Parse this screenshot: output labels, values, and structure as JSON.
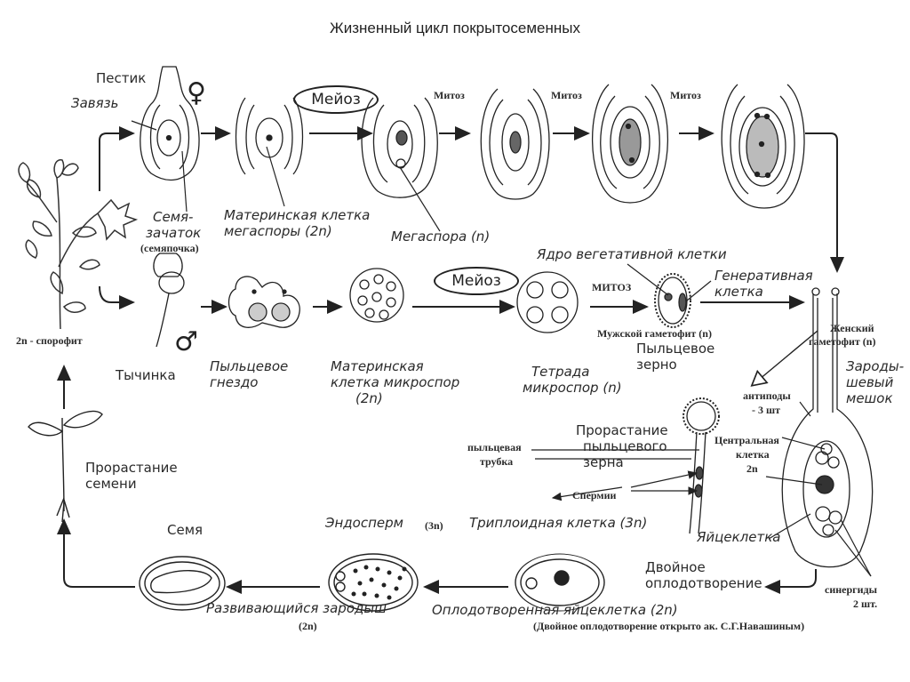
{
  "title": "Жизненный цикл покрытосеменных",
  "symbols": {
    "female": "♀",
    "male": "♂"
  },
  "top_row": {
    "pistil": "Пестик",
    "ovary": "Завязь",
    "meiosis": "Мейоз",
    "mitosis": [
      "Митоз",
      "Митоз",
      "Митоз"
    ],
    "ovule": [
      "Семя-",
      "зачаток"
    ],
    "ovule_alt": "(семяпочка)",
    "megaspore_mother": [
      "Материнская клетка",
      "мегаспоры (2n)"
    ],
    "megaspore": "Мегаспора (n)"
  },
  "middle_row": {
    "vegetative_nucleus": "Ядро вегетативной клетки",
    "generative": [
      "Генеративная",
      "клетка"
    ],
    "meiosis": "Мейоз",
    "mitosis_caps": "МИТОЗ",
    "male_gametophyte": "Мужской гаметофит (n)",
    "pollen_grain": [
      "Пыльцевое",
      "зерно"
    ],
    "sporophyte": "2n - спорофит",
    "stamen": "Тычинка",
    "pollen_sac": [
      "Пыльцевое",
      "гнездо"
    ],
    "microspore_mother": [
      "Материнская",
      "клетка микроспор",
      "(2n)"
    ],
    "tetrad": [
      "Тетрада",
      "микроспор (n)"
    ]
  },
  "right_side": {
    "female_gametophyte": [
      "Женский",
      "гаметофит (n)"
    ],
    "embryo_sac": [
      "Зароды-",
      "шевый",
      "мешок"
    ],
    "antipodes": [
      "антиподы",
      "- 3 шт"
    ],
    "central_cell": [
      "Центральная",
      "клетка",
      "2n"
    ],
    "synergids": [
      "синергиды",
      "2 шт."
    ],
    "egg_cell": "Яйцеклетка"
  },
  "lower_middle": {
    "pollen_tube": [
      "пыльцевая",
      "трубка"
    ],
    "pollen_germination": [
      "Прорастание",
      "пыльцевого",
      "зерна"
    ],
    "sperm": "Спермии"
  },
  "bottom_row": {
    "seed_germination": [
      "Прорастание",
      "семени"
    ],
    "seed": "Семя",
    "endosperm": "Эндосперм",
    "endosperm_ploidy": "(3n)",
    "triploid": "Триплоидная клетка (3n)",
    "double_fertilization": [
      "Двойное",
      "оплодотворение"
    ],
    "developing_embryo": "Развивающийся зародыш",
    "embryo_ploidy": "(2n)",
    "fertilized_egg": "Оплодотворенная яйцеклетка (2n)",
    "credit": "(Двойное оплодотворение открыто  ак. С.Г.Навашиным)"
  }
}
